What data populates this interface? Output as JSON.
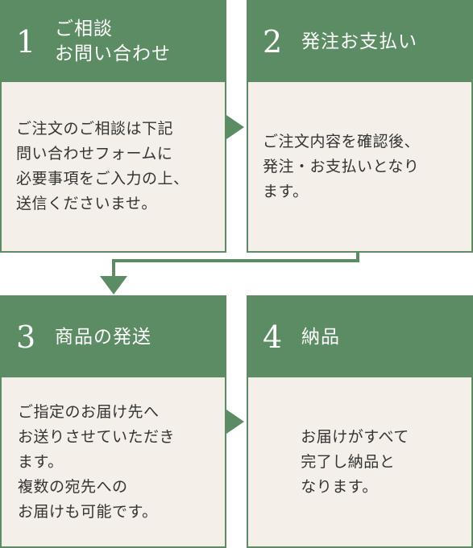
{
  "steps": [
    {
      "number": "1",
      "title": "ご相談\nお問い合わせ",
      "text": "ご注文のご相談は下記\n問い合わせフォームに\n必要事項をご入力の上、\n送信くださいませ。"
    },
    {
      "number": "2",
      "title": "発注お支払い",
      "text": "ご注文内容を確認後、\n発注・お支払いとなり\nます。"
    },
    {
      "number": "3",
      "title": "商品の発送",
      "text": "ご指定のお届け先へ\nお送りさせていただき\nます。\n複数の宛先への\nお届けも可能です。"
    },
    {
      "number": "4",
      "title": "納品",
      "text": "お届けがすべて\n完了し納品と\nなります。"
    }
  ],
  "colors": {
    "accent": "#5c8c63",
    "panel": "#f4f0e9",
    "text": "#333333"
  }
}
